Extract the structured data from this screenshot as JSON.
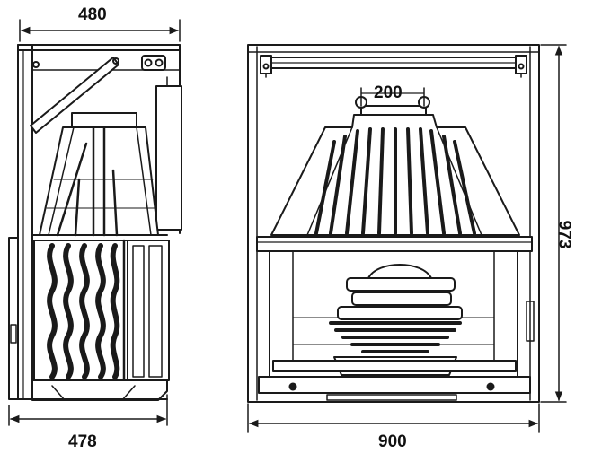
{
  "dimensions": {
    "top_width": "480",
    "bottom_depth": "478",
    "flue_diameter": "200",
    "front_width": "900",
    "height": "973"
  },
  "colors": {
    "line": "#1a1a1a",
    "background": "#ffffff"
  }
}
